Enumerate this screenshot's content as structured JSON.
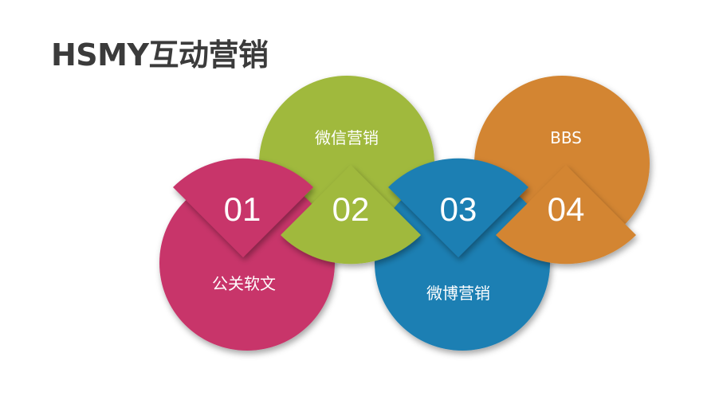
{
  "title": "HSMY互动营销",
  "items": [
    {
      "number": "01",
      "label": "公关软文",
      "color": "#c8366a"
    },
    {
      "number": "02",
      "label": "微信营销",
      "color": "#a0b93c"
    },
    {
      "number": "03",
      "label": "微博营销",
      "color": "#1f7fb3"
    },
    {
      "number": "04",
      "label": "BBS",
      "color": "#d38530"
    }
  ]
}
